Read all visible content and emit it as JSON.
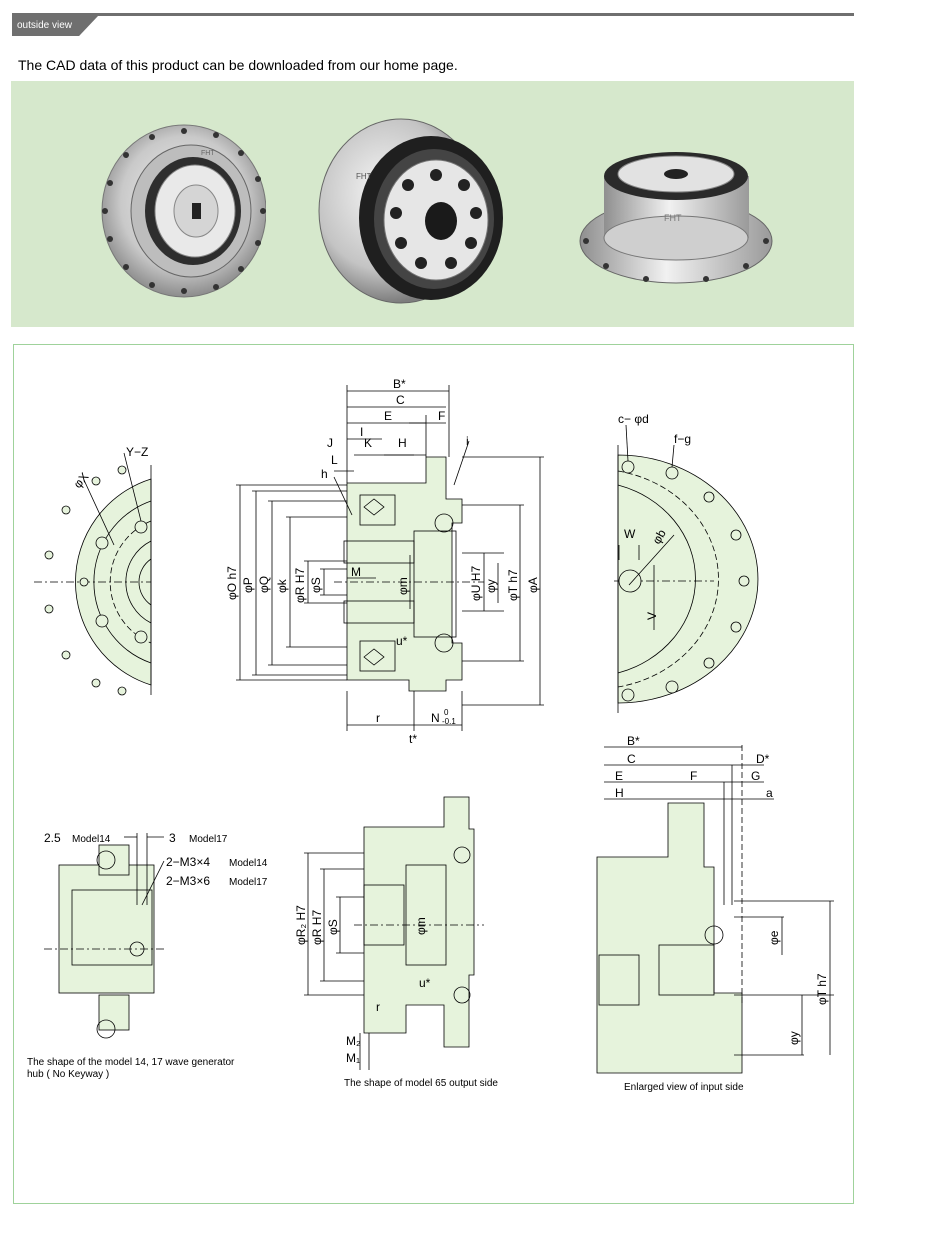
{
  "header": {
    "tab_label": "outside view",
    "cad_note": "The CAD data of this product can be downloaded from our home page."
  },
  "photos": {
    "brand": "FHT"
  },
  "colors": {
    "accent_gray": "#6f6f6f",
    "photo_bg": "#d6e8cc",
    "part_fill": "#e6f3dc",
    "frame_border": "#9fd29b"
  },
  "drawings": {
    "front_view": {
      "labels": [
        "Y−Z",
        "φX"
      ]
    },
    "section_view": {
      "labels": [
        "B*",
        "C",
        "E",
        "F",
        "I",
        "J",
        "K",
        "H",
        "L",
        "h",
        "i",
        "φO h7",
        "φP",
        "φQ",
        "φk",
        "φR H7",
        "φS",
        "M",
        "φm",
        "φU H7",
        "φy",
        "φT h7",
        "φA",
        "u*",
        "r",
        "t*",
        "N"
      ],
      "tolerance_top": "0",
      "tolerance_bottom": "-0.1"
    },
    "input_face_view": {
      "labels": [
        "c− φd",
        "f−g",
        "W",
        "φb",
        "V"
      ]
    },
    "hub_view": {
      "label_model14_dim": "2.5",
      "label_model14": "Model14",
      "label_model17_dim": "3",
      "label_model17": "Model17",
      "thread_14": "2−M3×4",
      "thread_17": "2−M3×6",
      "caption": "The shape of the model 14, 17 wave generator hub ( No Keyway )"
    },
    "model65_view": {
      "labels": [
        "φR₂ H7",
        "φR H7",
        "φS",
        "φm",
        "u*",
        "r",
        "M₂",
        "M₁"
      ],
      "caption": "The shape of model 65 output side"
    },
    "enlarged_view": {
      "labels": [
        "B*",
        "C",
        "D*",
        "E",
        "F",
        "G",
        "H",
        "a",
        "φe",
        "φT h7",
        "φy"
      ],
      "caption": "Enlarged view of input side"
    }
  }
}
